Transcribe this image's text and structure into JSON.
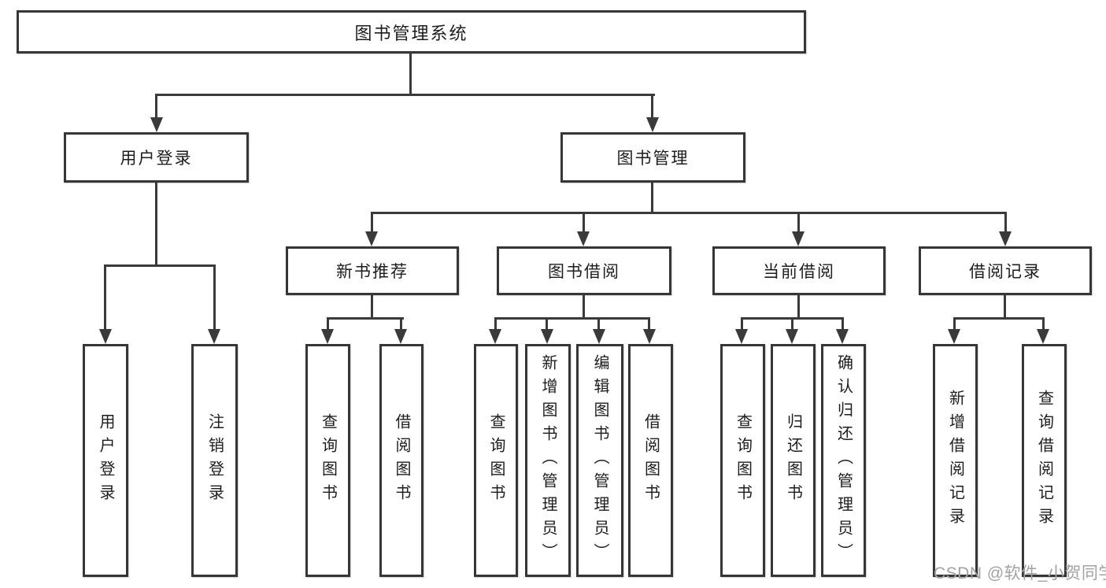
{
  "diagram": {
    "type": "tree-structure-chart",
    "colors": {
      "background": "#ffffff",
      "box_border": "#363636",
      "connector_line": "#3a3a3a",
      "text": "#1d1d1d",
      "watermark": "#a2a2a2"
    },
    "watermark": "CSDN @软件_小贺同学",
    "nodes": {
      "root": {
        "label": "图书管理系统"
      },
      "level2": [
        {
          "label": "用户登录"
        },
        {
          "label": "图书管理"
        }
      ],
      "level3": [
        {
          "label": "新书推荐"
        },
        {
          "label": "图书借阅"
        },
        {
          "label": "当前借阅"
        },
        {
          "label": "借阅记录"
        }
      ],
      "leaves": [
        {
          "label": "用户登录"
        },
        {
          "label": "注销登录"
        },
        {
          "label": "查询图书"
        },
        {
          "label": "借阅图书"
        },
        {
          "label": "查询图书"
        },
        {
          "label": "新增图书（管理员）"
        },
        {
          "label": "编辑图书（管理员）"
        },
        {
          "label": "借阅图书"
        },
        {
          "label": "查询图书"
        },
        {
          "label": "归还图书"
        },
        {
          "label": "确认归还（管理员）"
        },
        {
          "label": "新增借阅记录"
        },
        {
          "label": "查询借阅记录"
        }
      ]
    },
    "hierarchy": {
      "图书管理系统": {
        "用户登录": [
          "用户登录",
          "注销登录"
        ],
        "图书管理": {
          "新书推荐": [
            "查询图书",
            "借阅图书"
          ],
          "图书借阅": [
            "查询图书",
            "新增图书（管理员）",
            "编辑图书（管理员）",
            "借阅图书"
          ],
          "当前借阅": [
            "查询图书",
            "归还图书",
            "确认归还（管理员）"
          ],
          "借阅记录": [
            "新增借阅记录",
            "查询借阅记录"
          ]
        }
      }
    }
  }
}
